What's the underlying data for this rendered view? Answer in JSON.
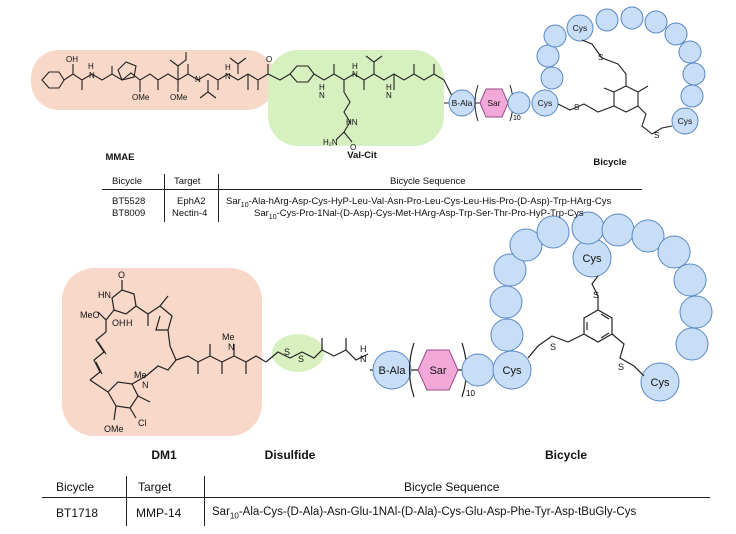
{
  "top": {
    "labels": {
      "mmae": "MMAE",
      "valcit": "Val-Cit",
      "bicycle": "Bicycle",
      "bala": "B-Ala",
      "sar": "Sar",
      "cys1": "Cys",
      "cys2": "Cys",
      "cys3": "Cys"
    },
    "atoms": {
      "oh": "OH",
      "h1": "H",
      "n1": "N",
      "ome1": "OMe",
      "ome2": "OMe",
      "n2": "N",
      "h2": "H",
      "n3": "N",
      "o1": "O",
      "h3": "H",
      "n4": "N",
      "h4": "H",
      "n5": "N",
      "h5": "H",
      "n6": "N",
      "hn": "HN",
      "h2n": "H₂N",
      "o2": "O",
      "s1": "S",
      "s2": "S",
      "s3": "S"
    },
    "table": {
      "headers": [
        "Bicycle",
        "Target",
        "Bicycle Sequence"
      ],
      "rows": [
        {
          "bicycle": "BT5528",
          "target": "EphA2",
          "seq_prefix": "Sar",
          "seq_sub": "10",
          "seq_rest": "-Ala-hArg-Asp-Cys-HyP-Leu-Val-Asn-Pro-Leu-Cys-Leu-His-Pro-(D-Asp)-Trp-HArg-Cys"
        },
        {
          "bicycle": "BT8009",
          "target": "Nectin-4",
          "seq_prefix": "Sar",
          "seq_sub": "10",
          "seq_rest": "-Cys-Pro-1Nal-(D-Asp)-Cys-Met-HArg-Asp-Trp-Ser-Thr-Pro-HyP-Trp-Cys"
        }
      ]
    }
  },
  "bottom": {
    "labels": {
      "dm1": "DM1",
      "disulfide": "Disulfide",
      "bicycle": "Bicycle",
      "bala": "B-Ala",
      "sar": "Sar",
      "cys1": "Cys",
      "cys2": "Cys",
      "cys3": "Cys"
    },
    "atoms": {
      "hn": "HN",
      "o": "O",
      "meo": "MeO",
      "oh": "OH",
      "h": "H",
      "me1": "Me",
      "n1": "N",
      "me2": "Me",
      "n2": "N",
      "cl": "Cl",
      "ome": "OMe",
      "s1": "S",
      "s2": "S",
      "h2": "H",
      "n3": "N",
      "s3": "S",
      "s4": "S",
      "s5": "S"
    },
    "table": {
      "headers": [
        "Bicycle",
        "Target",
        "Bicycle Sequence"
      ],
      "rows": [
        {
          "bicycle": "BT1718",
          "target": "MMP-14",
          "seq_prefix": "Sar",
          "seq_sub": "10",
          "seq_rest": "-Ala-Cys-(D-Ala)-Asn-Glu-1NAl-(D-Ala)-Cys-Glu-Asp-Phe-Tyr-Asp-tBuGly-Cys"
        }
      ]
    }
  },
  "colors": {
    "mmae_bg": "#f8d8c8",
    "valcit_bg": "#d6f0c0",
    "disulfide_bg": "#d8f0c0",
    "bead_fill": "#c8def6",
    "bead_stroke": "#5a88c4",
    "sar_fill": "#f2a8d8",
    "sar_stroke": "#9a4a8a"
  }
}
